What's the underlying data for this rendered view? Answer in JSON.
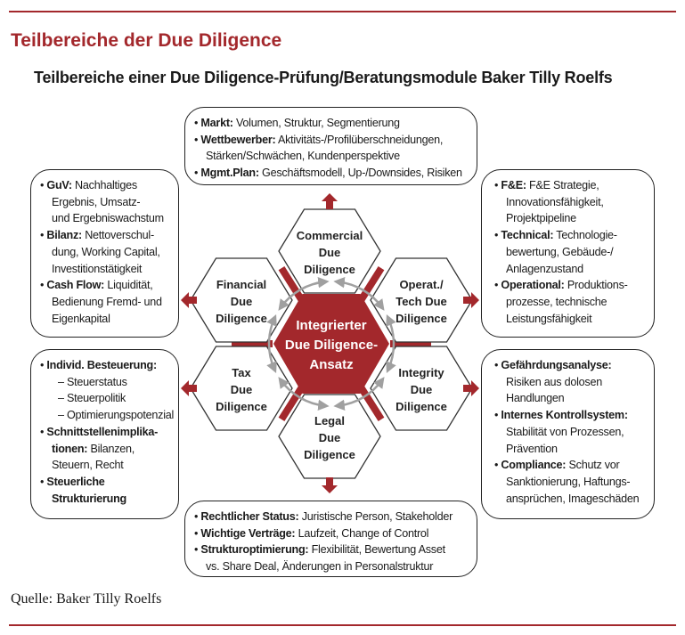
{
  "header": {
    "title": "Teilbereiche der Due Diligence",
    "subtitle": "Teilbereiche einer Due Diligence-Prüfung/Beratungsmodule Baker Tilly Roelfs"
  },
  "source": "Quelle: Baker Tilly Roelfs",
  "colors": {
    "accent": "#a3282c",
    "arrow_gray": "#a0a0a0"
  },
  "center": {
    "lines": [
      "Integrierter",
      "Due Diligence-",
      "Ansatz"
    ]
  },
  "hexagons": [
    {
      "id": "commercial",
      "lines": [
        "Commercial",
        "Due",
        "Diligence"
      ]
    },
    {
      "id": "financial",
      "lines": [
        "Financial",
        "Due",
        "Diligence"
      ]
    },
    {
      "id": "operat-tech",
      "lines": [
        "Operat./",
        "Tech Due",
        "Diligence"
      ]
    },
    {
      "id": "tax",
      "lines": [
        "Tax",
        "Due",
        "Diligence"
      ]
    },
    {
      "id": "integrity",
      "lines": [
        "Integrity",
        "Due",
        "Diligence"
      ]
    },
    {
      "id": "legal",
      "lines": [
        "Legal",
        "Due",
        "Diligence"
      ]
    }
  ],
  "boxes": [
    {
      "id": "commercial",
      "lines": [
        {
          "type": "bullet",
          "bold": "Markt:",
          "text": " Volumen, Struktur, Segmentierung"
        },
        {
          "type": "bullet",
          "bold": "Wettbewerber:",
          "text": " Aktivitäts-/Profilüberschneidungen,"
        },
        {
          "type": "ind",
          "bold": "",
          "text": "Stärken/Schwächen, Kundenperspektive"
        },
        {
          "type": "bullet",
          "bold": "Mgmt.Plan:",
          "text": " Geschäftsmodell, Up-/Downsides, Risiken"
        }
      ]
    },
    {
      "id": "financial",
      "lines": [
        {
          "type": "bullet",
          "bold": "GuV:",
          "text": " Nachhaltiges"
        },
        {
          "type": "ind",
          "bold": "",
          "text": "Ergebnis, Umsatz-"
        },
        {
          "type": "ind",
          "bold": "",
          "text": "und Ergebniswachstum"
        },
        {
          "type": "bullet",
          "bold": "Bilanz:",
          "text": " Nettoverschul-"
        },
        {
          "type": "ind",
          "bold": "",
          "text": "dung, Working Capital,"
        },
        {
          "type": "ind",
          "bold": "",
          "text": "Investitionstätigkeit"
        },
        {
          "type": "bullet",
          "bold": "Cash Flow:",
          "text": " Liquidität,"
        },
        {
          "type": "ind",
          "bold": "",
          "text": "Bedienung Fremd- und"
        },
        {
          "type": "ind",
          "bold": "",
          "text": "Eigenkapital"
        }
      ]
    },
    {
      "id": "operat-tech",
      "lines": [
        {
          "type": "bullet",
          "bold": "F&E:",
          "text": " F&E Strategie,"
        },
        {
          "type": "ind",
          "bold": "",
          "text": "Innovationsfähigkeit,"
        },
        {
          "type": "ind",
          "bold": "",
          "text": "Projektpipeline"
        },
        {
          "type": "bullet",
          "bold": "Technical:",
          "text": " Technologie-"
        },
        {
          "type": "ind",
          "bold": "",
          "text": "bewertung, Gebäude-/"
        },
        {
          "type": "ind",
          "bold": "",
          "text": "Anlagenzustand"
        },
        {
          "type": "bullet",
          "bold": "Operational:",
          "text": " Produktions-"
        },
        {
          "type": "ind",
          "bold": "",
          "text": "prozesse, technische"
        },
        {
          "type": "ind",
          "bold": "",
          "text": "Leistungsfähigkeit"
        }
      ]
    },
    {
      "id": "tax",
      "lines": [
        {
          "type": "bullet",
          "bold": "Individ. Besteuerung:",
          "text": ""
        },
        {
          "type": "sub",
          "bold": "",
          "text": "– Steuerstatus"
        },
        {
          "type": "sub",
          "bold": "",
          "text": "– Steuerpolitik"
        },
        {
          "type": "sub",
          "bold": "",
          "text": "– Optimierungspotenzial"
        },
        {
          "type": "bullet",
          "bold": "Schnittstellenimplika-",
          "text": ""
        },
        {
          "type": "ind",
          "bold": "tionen:",
          "text": " Bilanzen,"
        },
        {
          "type": "ind",
          "bold": "",
          "text": "Steuern, Recht"
        },
        {
          "type": "bullet",
          "bold": "Steuerliche",
          "text": ""
        },
        {
          "type": "ind",
          "bold": "Strukturierung",
          "text": ""
        }
      ]
    },
    {
      "id": "integrity",
      "lines": [
        {
          "type": "bullet",
          "bold": "Gefährdungsanalyse:",
          "text": ""
        },
        {
          "type": "ind",
          "bold": "",
          "text": "Risiken aus dolosen"
        },
        {
          "type": "ind",
          "bold": "",
          "text": "Handlungen"
        },
        {
          "type": "bullet",
          "bold": "Internes Kontrollsystem:",
          "text": ""
        },
        {
          "type": "ind",
          "bold": "",
          "text": "Stabilität von Prozessen,"
        },
        {
          "type": "ind",
          "bold": "",
          "text": "Prävention"
        },
        {
          "type": "bullet",
          "bold": "Compliance:",
          "text": " Schutz vor"
        },
        {
          "type": "ind",
          "bold": "",
          "text": "Sanktionierung, Haftungs-"
        },
        {
          "type": "ind",
          "bold": "",
          "text": "ansprüchen, Imageschäden"
        }
      ]
    },
    {
      "id": "legal",
      "lines": [
        {
          "type": "bullet",
          "bold": "Rechtlicher Status:",
          "text": " Juristische Person, Stakeholder"
        },
        {
          "type": "bullet",
          "bold": "Wichtige Verträge:",
          "text": " Laufzeit, Change of Control"
        },
        {
          "type": "bullet",
          "bold": "Strukturoptimierung:",
          "text": " Flexibilität, Bewertung Asset"
        },
        {
          "type": "ind",
          "bold": "",
          "text": "vs. Share Deal, Änderungen in Personalstruktur"
        }
      ]
    }
  ]
}
